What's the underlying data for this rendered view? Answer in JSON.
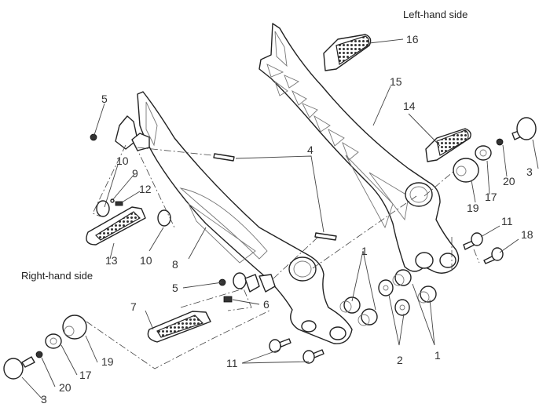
{
  "diagram": {
    "side_labels": {
      "left": "Left-hand side",
      "right": "Right-hand side"
    },
    "callouts": {
      "c1a": "1",
      "c1b": "1",
      "c2": "2",
      "c3a": "3",
      "c3b": "3",
      "c4": "4",
      "c5a": "5",
      "c5b": "5",
      "c6": "6",
      "c7": "7",
      "c8": "8",
      "c9": "9",
      "c10a": "10",
      "c10b": "10",
      "c11a": "11",
      "c11b": "11",
      "c12": "12",
      "c13": "13",
      "c14": "14",
      "c15": "15",
      "c16": "16",
      "c17a": "17",
      "c17b": "17",
      "c18": "18",
      "c19a": "19",
      "c19b": "19",
      "c20a": "20",
      "c20b": "20"
    }
  }
}
